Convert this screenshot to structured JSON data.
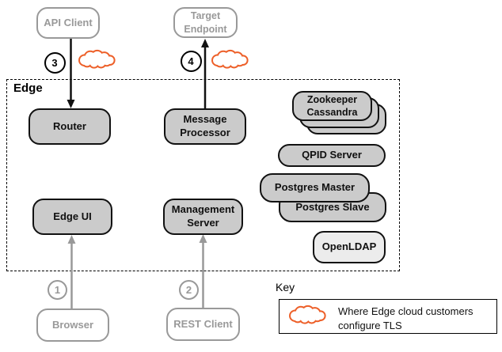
{
  "colors": {
    "accent_orange": "#ED5F28",
    "node_fill": "#cbcbcb",
    "node_fill_light": "#ececec",
    "muted_gray": "#999999",
    "line_black": "#111111"
  },
  "edge_zone": {
    "label": "Edge"
  },
  "nodes": {
    "api_client": {
      "label": "API Client"
    },
    "target_endpoint": {
      "line1": "Target",
      "line2": "Endpoint"
    },
    "router": {
      "label": "Router"
    },
    "message_processor": {
      "line1": "Message",
      "line2": "Processor"
    },
    "edge_ui": {
      "label": "Edge UI"
    },
    "management_server": {
      "line1": "Management",
      "line2": "Server"
    },
    "zookeeper_cassandra": {
      "line1": "Zookeeper",
      "line2": "Cassandra"
    },
    "qpid_server": {
      "label": "QPID Server"
    },
    "postgres_master": {
      "label": "Postgres Master"
    },
    "postgres_slave": {
      "label": "Postgres Slave"
    },
    "openldap": {
      "label": "OpenLDAP"
    },
    "browser": {
      "label": "Browser"
    },
    "rest_client": {
      "label": "REST Client"
    }
  },
  "steps": {
    "step1": "1",
    "step2": "2",
    "step3": "3",
    "step4": "4"
  },
  "key": {
    "title": "Key",
    "note_line1": "Where Edge cloud customers",
    "note_line2": "configure TLS"
  }
}
